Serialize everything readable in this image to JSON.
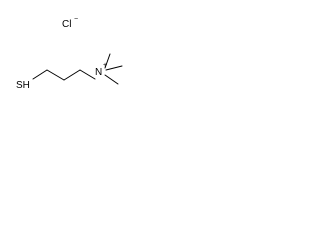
{
  "molecule": {
    "counter_ion": {
      "symbol": "Cl",
      "charge": "−"
    },
    "thiol": {
      "symbol": "SH"
    },
    "ammonium": {
      "symbol": "N",
      "charge": "+"
    }
  }
}
